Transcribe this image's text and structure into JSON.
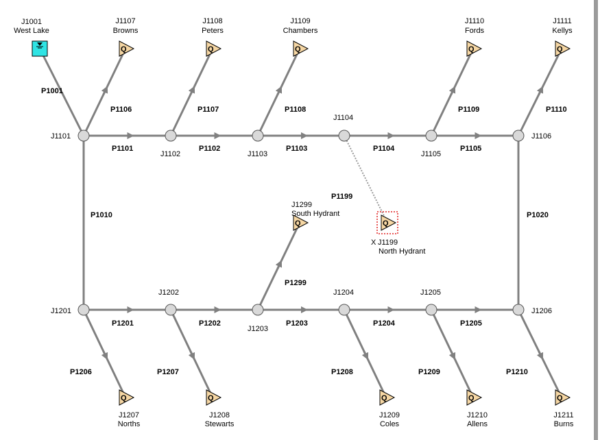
{
  "junctions": {
    "J1101": "J1101",
    "J1102": "J1102",
    "J1103": "J1103",
    "J1104": "J1104",
    "J1105": "J1105",
    "J1106": "J1106",
    "J1201": "J1201",
    "J1202": "J1202",
    "J1203": "J1203",
    "J1204": "J1204",
    "J1205": "J1205",
    "J1206": "J1206"
  },
  "reservoir": {
    "id": "J1001",
    "name": "West Lake"
  },
  "demands": {
    "J1107": {
      "id": "J1107",
      "name": "Browns"
    },
    "J1108": {
      "id": "J1108",
      "name": "Peters"
    },
    "J1109": {
      "id": "J1109",
      "name": "Chambers"
    },
    "J1110": {
      "id": "J1110",
      "name": "Fords"
    },
    "J1111": {
      "id": "J1111",
      "name": "Kellys"
    },
    "J1207": {
      "id": "J1207",
      "name": "Norths"
    },
    "J1208": {
      "id": "J1208",
      "name": "Stewarts"
    },
    "J1209": {
      "id": "J1209",
      "name": "Coles"
    },
    "J1210": {
      "id": "J1210",
      "name": "Allens"
    },
    "J1211": {
      "id": "J1211",
      "name": "Burns"
    },
    "J1299": {
      "id": "J1299",
      "name": "South Hydrant"
    },
    "J1199": {
      "id": "J1199",
      "name": "North Hydrant",
      "marker": "X"
    }
  },
  "demand_glyph": "Q",
  "pipes": {
    "P1001": "P1001",
    "P1101": "P1101",
    "P1102": "P1102",
    "P1103": "P1103",
    "P1104": "P1104",
    "P1105": "P1105",
    "P1106": "P1106",
    "P1107": "P1107",
    "P1108": "P1108",
    "P1109": "P1109",
    "P1110": "P1110",
    "P1010": "P1010",
    "P1020": "P1020",
    "P1199": "P1199",
    "P1201": "P1201",
    "P1202": "P1202",
    "P1203": "P1203",
    "P1204": "P1204",
    "P1205": "P1205",
    "P1206": "P1206",
    "P1207": "P1207",
    "P1208": "P1208",
    "P1209": "P1209",
    "P1210": "P1210",
    "P1299": "P1299"
  },
  "colors": {
    "pipe": "#808080",
    "disabled_pipe": "#9a9a9a",
    "junction_fill": "#d9d9d9",
    "junction_stroke": "#555555",
    "demand_fill": "#f6d7a4",
    "reservoir_fill": "#2fe4e4",
    "selection": "#e02020"
  }
}
